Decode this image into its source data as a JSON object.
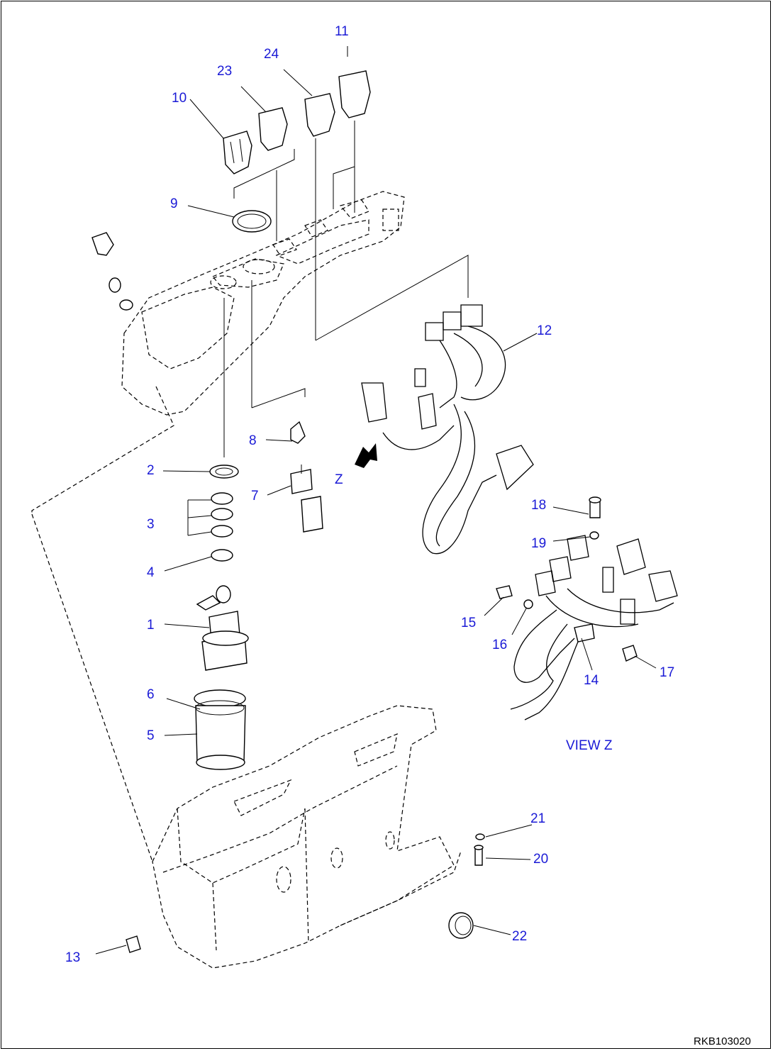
{
  "diagram": {
    "view_label": "VIEW Z",
    "view_letter": "Z",
    "drawing_code": "RKB103020",
    "callouts": [
      "1",
      "2",
      "3",
      "4",
      "5",
      "6",
      "7",
      "8",
      "9",
      "10",
      "11",
      "12",
      "13",
      "14",
      "15",
      "16",
      "17",
      "18",
      "19",
      "20",
      "21",
      "22",
      "23",
      "24"
    ]
  },
  "colors": {
    "callout": "#1a1ad6",
    "line": "#000000",
    "background": "#ffffff"
  }
}
